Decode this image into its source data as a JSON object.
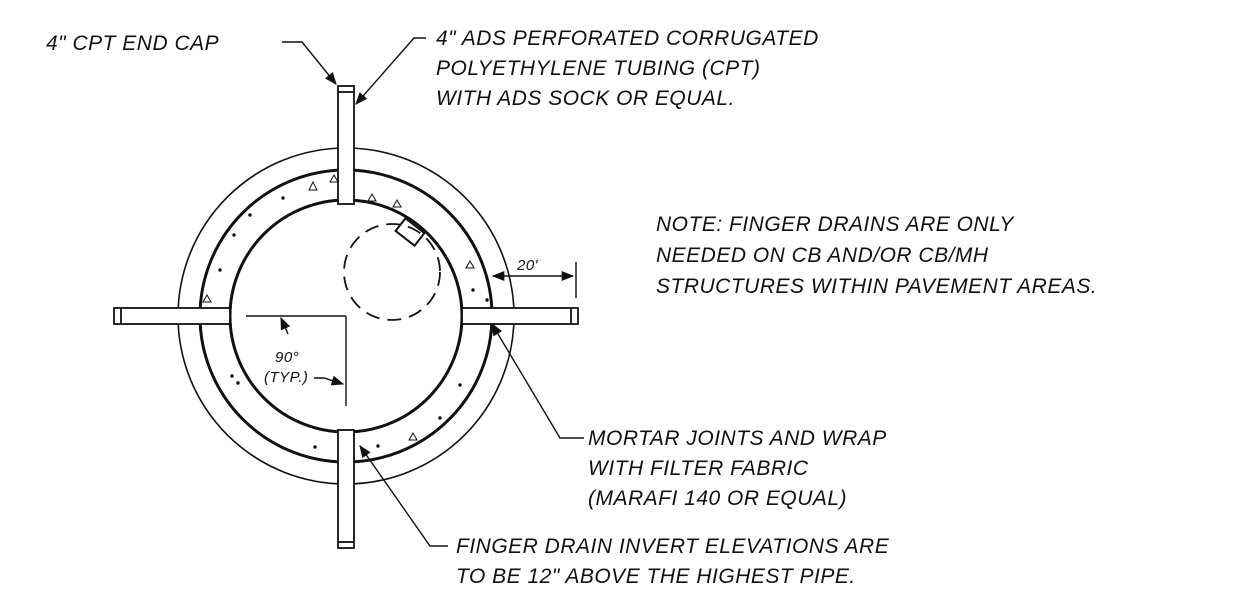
{
  "colors": {
    "ink": "#111111",
    "background": "#ffffff"
  },
  "labels": {
    "end_cap": "4\" CPT END CAP",
    "tubing": [
      "4\" ADS PERFORATED CORRUGATED",
      "POLYETHYLENE TUBING (CPT)",
      "WITH ADS SOCK OR EQUAL."
    ],
    "note": [
      "NOTE: FINGER DRAINS ARE ONLY",
      "NEEDED ON CB AND/OR CB/MH",
      "STRUCTURES WITHIN PAVEMENT AREAS."
    ],
    "dimension": "20'",
    "angle": [
      "90°",
      "(TYP.)"
    ],
    "mortar": [
      "MORTAR JOINTS AND WRAP",
      "WITH FILTER FABRIC",
      "(MARAFI 140 OR EQUAL)"
    ],
    "invert": [
      "FINGER DRAIN INVERT ELEVATIONS ARE",
      "TO BE 12\" ABOVE THE HIGHEST PIPE."
    ]
  }
}
